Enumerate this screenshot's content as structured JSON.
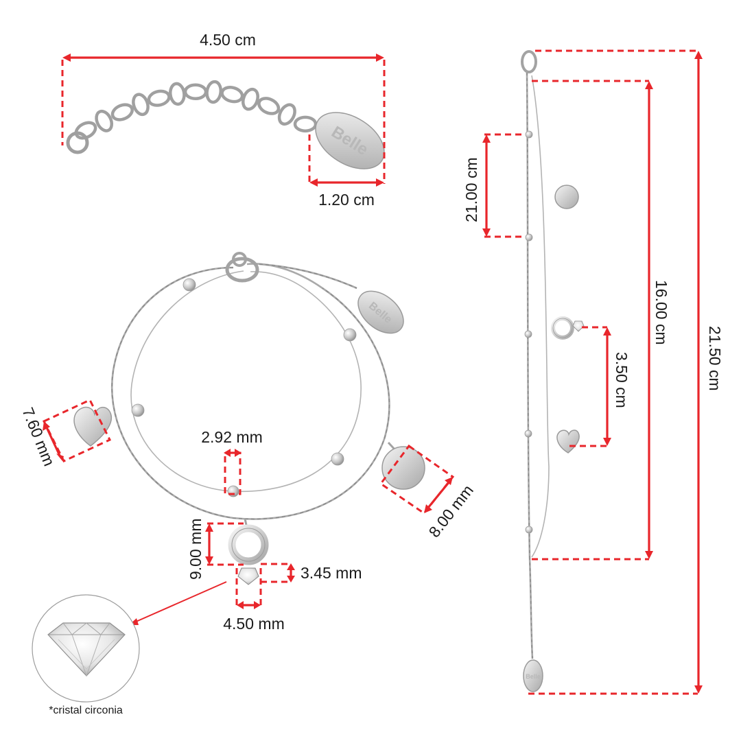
{
  "dimensions": {
    "extender_length": "4.50 cm",
    "tag_width": "1.20 cm",
    "heart_size": "7.60 mm",
    "bead_size": "2.92 mm",
    "disc_size": "8.00 mm",
    "ring_height": "9.00 mm",
    "crystal_height": "3.45 mm",
    "crystal_width": "4.50 mm",
    "charm_spacing": "21.00 cm",
    "inner_length": "16.00 cm",
    "pendant_spacing": "3.50 cm",
    "total_length": "21.50 cm"
  },
  "brand": {
    "logo_text": "Belle"
  },
  "crystal_note": "*cristal circonia",
  "colors": {
    "accent": "#e8262b",
    "metal": "#c8c8c8",
    "text": "#1a1a1a"
  }
}
